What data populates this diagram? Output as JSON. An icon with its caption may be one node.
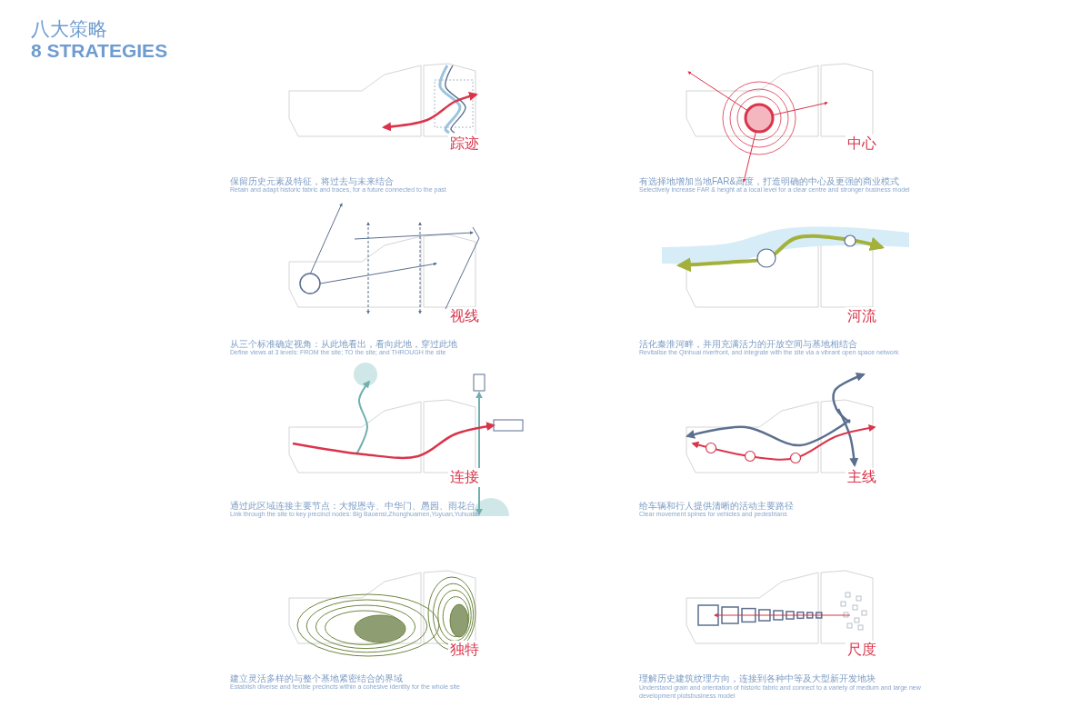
{
  "diagram": {
    "title": "八大策略",
    "labels": [
      "8 STRATEGIES",
      "踪迹",
      "保留历史元素及特征，将过去与未来结合",
      "Retain and adapt historic fabric and traces, for a future connected to the past",
      "中心",
      "有选择地增加当地FAR&高度，打造明确的中心及更强的商业模式",
      "Selectively increase FAR & height at a local level for a clear centre and stronger business model",
      "视线",
      "从三个标准确定视角：从此地看出，看向此地，穿过此地",
      "Define views at 3 levels: FROM the site; TO the site; and THROUGH the site",
      "河流",
      "活化秦淮河畔，并用充满活力的开放空间与基地相结合",
      "Revitalise the Qinhuai riverfront, and integrate with the site via a vibrant open space network",
      "连接",
      "通过此区域连接主要节点：大报恩寺、中华门、愚园、雨花台",
      "Link through the site to key precinct nodes: Big Baoensi,Zhonghuamen,Yuyuan,Yuhuatai",
      "主线",
      "给车辆和行人提供清晰的活动主要路径",
      "Clear movement spines for vehicles and pedestrians",
      "独特",
      "建立灵活多样的与整个基地紧密结合的界域",
      "Establish diverse and fexible precincts within a cohesive identity for the whole site",
      "尺度",
      "理解历史建筑纹理方向，连接到各种中等及大型新开发地块",
      "Understand grain and orientation of historic fabric and connect to a variety of medium and large new development plotsbusiness model"
    ]
  }
}
